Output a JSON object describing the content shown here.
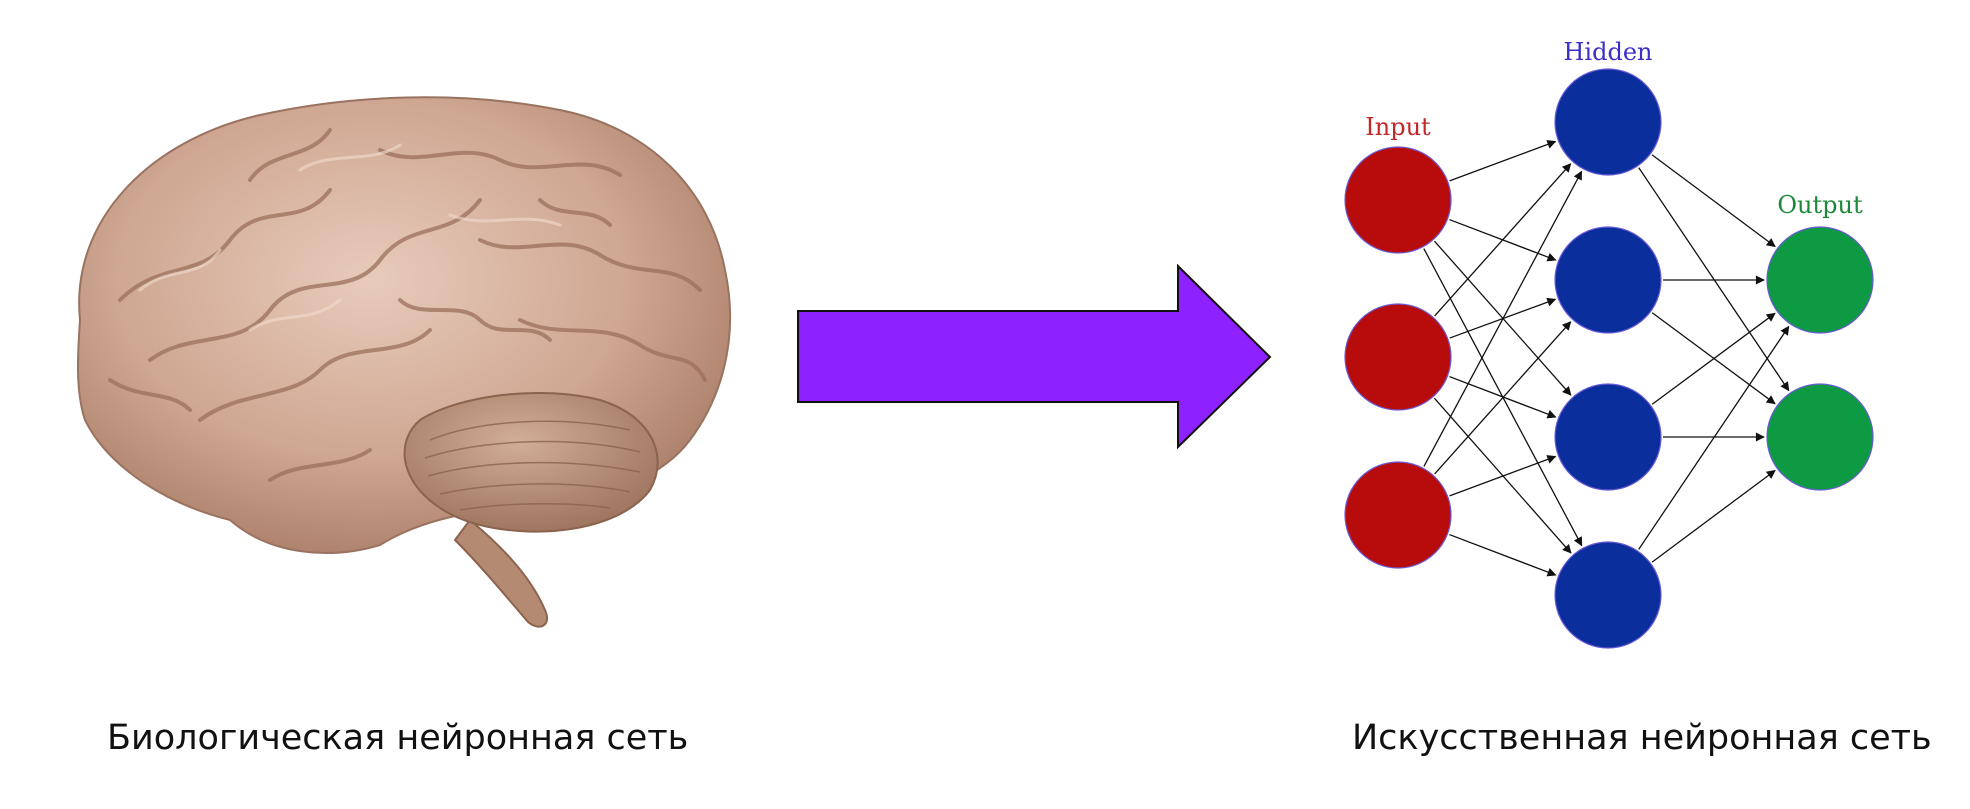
{
  "captions": {
    "biological": "Биологическая нейронная сеть",
    "artificial": "Искусственная нейронная сеть"
  },
  "network": {
    "layers": [
      {
        "key": "input",
        "label": "Input",
        "color": "#b80c0c",
        "label_color": "#c0282a",
        "nodes": 3
      },
      {
        "key": "hidden",
        "label": "Hidden",
        "color": "#0a2f9c",
        "label_color": "#3a2fc8",
        "nodes": 4
      },
      {
        "key": "output",
        "label": "Output",
        "color": "#0d9a42",
        "label_color": "#1a8a3a",
        "nodes": 2
      }
    ],
    "connections": "fully-connected"
  },
  "colors": {
    "arrow": "#8d21ff",
    "brain": "#c8a08a",
    "edges": "#111111"
  },
  "icons": {
    "left": "human-brain-illustration",
    "middle": "right-arrow-icon",
    "right": "neural-network-diagram"
  }
}
